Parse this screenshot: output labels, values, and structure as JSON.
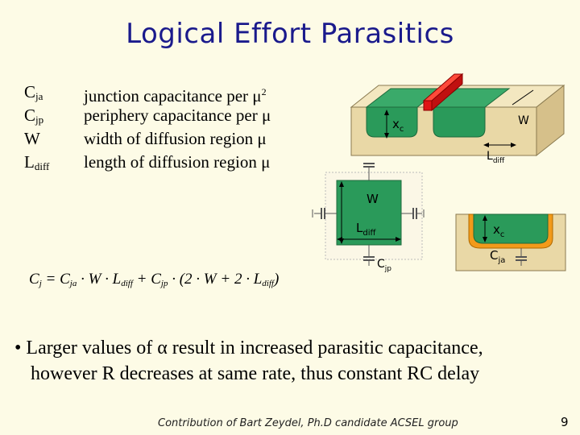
{
  "title": "Logical Effort Parasitics",
  "definitions": [
    {
      "symbol": "C",
      "sub": "ja",
      "desc": "junction capacitance per μ",
      "sup": "2"
    },
    {
      "symbol": "C",
      "sub": "jp",
      "desc": "periphery capacitance per μ",
      "sup": ""
    },
    {
      "symbol": "W",
      "sub": "",
      "desc": "width of diffusion region μ",
      "sup": ""
    },
    {
      "symbol": "L",
      "sub": "diff",
      "desc": "length of diffusion region μ",
      "sup": ""
    }
  ],
  "formula": {
    "lhs": "C",
    "lhs_sub": "j",
    "eq": " = ",
    "c1": "C",
    "c1_sub": "ja",
    "mid1": " · W · ",
    "l1": "L",
    "l1_sub": "diff",
    "plus": " + ",
    "c2": "C",
    "c2_sub": "jp",
    "mid2": " · (2 · W + 2 · ",
    "l2": "L",
    "l2_sub": "diff",
    "close": ")"
  },
  "diagram_labels": {
    "xc": "x",
    "xc_sub": "c",
    "w": "W",
    "ldiff": "L",
    "ldiff_sub": "diff",
    "cjp": "C",
    "cjp_sub": "jp",
    "cja": "C",
    "cja_sub": "ja"
  },
  "bullet": {
    "marker": "•",
    "line1": "Larger values of α result in increased parasitic capacitance,",
    "line2": "however R decreases at same rate, thus constant RC delay"
  },
  "footer": "Contribution of Bart Zeydel, Ph.D candidate ACSEL group",
  "page_number": "9",
  "colors": {
    "title": "#1a1a8c",
    "background": "#fdfbe6",
    "substrate": "#e9d8a6",
    "diffusion": "#2a9a5a",
    "gate": "#e01515",
    "depletion": "#f29a1a"
  }
}
